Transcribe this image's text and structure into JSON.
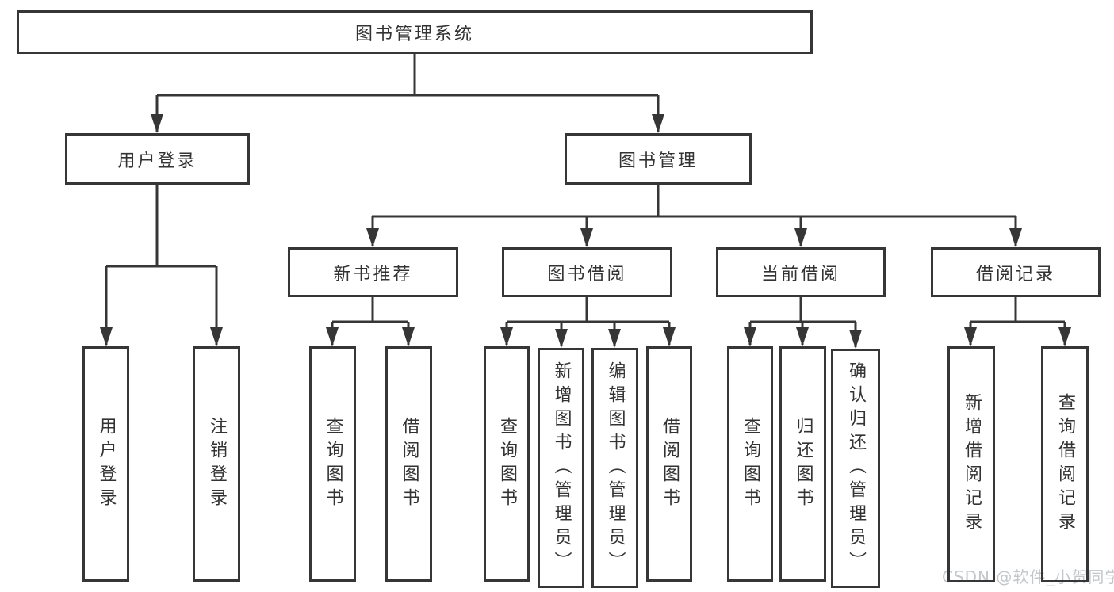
{
  "tree": {
    "root": {
      "label": "图书管理系统"
    },
    "branches": [
      {
        "label": "用户登录",
        "children": [
          {
            "label": "用户登录"
          },
          {
            "label": "注销登录"
          }
        ]
      },
      {
        "label": "图书管理",
        "children": [
          {
            "label": "新书推荐",
            "children": [
              {
                "label": "查询图书"
              },
              {
                "label": "借阅图书"
              }
            ]
          },
          {
            "label": "图书借阅",
            "children": [
              {
                "label": "查询图书"
              },
              {
                "label": "新增图书（管理员）"
              },
              {
                "label": "编辑图书（管理员）"
              },
              {
                "label": "借阅图书"
              }
            ]
          },
          {
            "label": "当前借阅",
            "children": [
              {
                "label": "查询图书"
              },
              {
                "label": "归还图书"
              },
              {
                "label": "确认归还（管理员）"
              }
            ]
          },
          {
            "label": "借阅记录",
            "children": [
              {
                "label": "新增借阅记录"
              },
              {
                "label": "查询借阅记录"
              }
            ]
          }
        ]
      }
    ]
  },
  "watermark": {
    "text": "CSDN @软件_小贺同学"
  },
  "colors": {
    "line": "#363636",
    "box_border": "#363636",
    "text": "#333333",
    "background": "#ffffff",
    "watermark": "#c3c7cb"
  }
}
